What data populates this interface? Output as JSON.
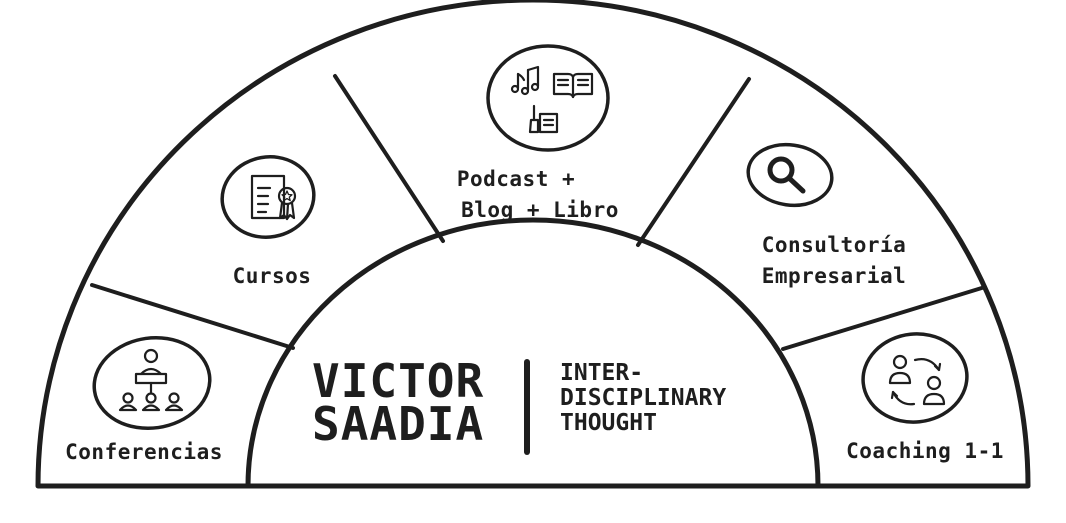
{
  "brand": {
    "name_line1": "VICTOR",
    "name_line2": "SAADIA",
    "tag_line1": "INTER-",
    "tag_line2": "DISCIPLINARY",
    "tag_line3": "THOUGHT"
  },
  "segments": [
    {
      "id": "conferencias",
      "label": "Conferencias",
      "icon": "conference-speaker-icon"
    },
    {
      "id": "cursos",
      "label": "Cursos",
      "icon": "certificate-icon"
    },
    {
      "id": "podcast",
      "label_line1": "Podcast +",
      "label_line2": "Blog + Libro",
      "icon": "media-book-blog-icon"
    },
    {
      "id": "consultoria",
      "label_line1": "Consultoría",
      "label_line2": "Empresarial",
      "icon": "magnifier-icon"
    },
    {
      "id": "coaching",
      "label": "Coaching 1-1",
      "icon": "coaching-people-icon"
    }
  ],
  "colors": {
    "ink": "#1e1e1e",
    "background": "#ffffff"
  }
}
